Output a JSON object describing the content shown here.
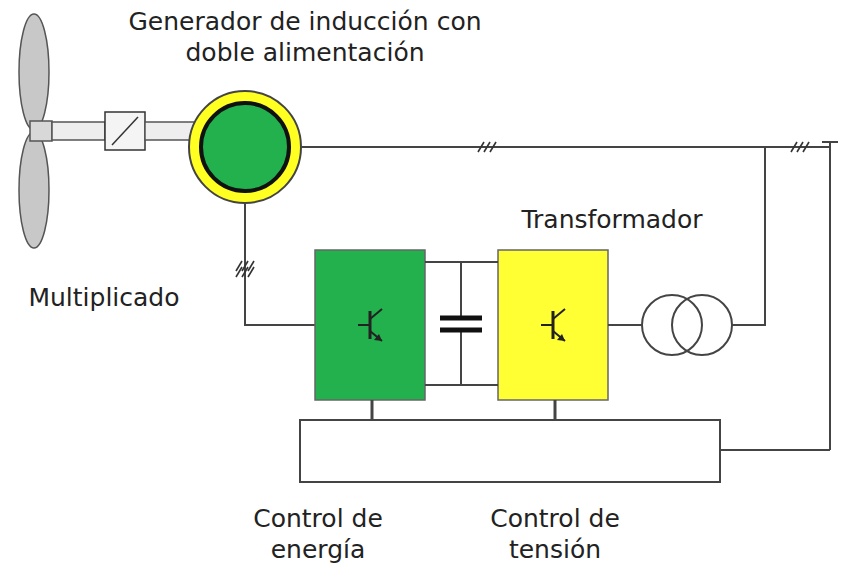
{
  "diagram": {
    "labels": [
      "Generador de inducción con doble alimentación",
      "Multiplicado",
      "Transformador",
      "Control de energía",
      "Control de tensión"
    ]
  }
}
